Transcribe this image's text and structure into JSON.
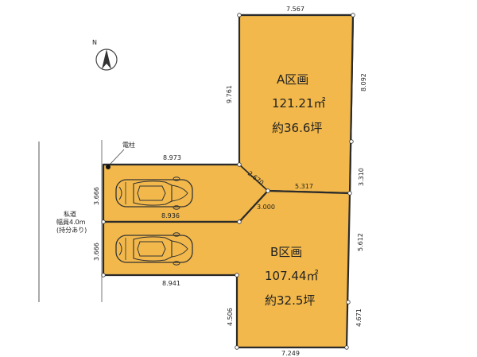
{
  "colors": {
    "lot_fill": "#f2b84b",
    "line": "#2b2b2b",
    "background": "#ffffff"
  },
  "compass": {
    "label": "N"
  },
  "lot_a": {
    "name": "A区画",
    "area_m2": "121.21㎡",
    "area_tsubo": "約36.6坪"
  },
  "lot_b": {
    "name": "B区画",
    "area_m2": "107.44㎡",
    "area_tsubo": "約32.5坪"
  },
  "road": {
    "line1": "私道",
    "line2": "幅員4.0m",
    "line3": "(持分あり)"
  },
  "utility_pole": {
    "label": "電柱"
  },
  "dims": {
    "a_top": "7.567",
    "a_left": "9.761",
    "a_right_upper": "8.092",
    "right_middle": "3.310",
    "driveway_a_top": "8.973",
    "diagonal": "2.670",
    "a_bottom": "5.317",
    "inner_step": "3.000",
    "driveway_divider": "8.936",
    "driveway_a_height": "3.666",
    "driveway_b_height": "3.666",
    "b_right_upper": "5.612",
    "driveway_b_bottom": "8.941",
    "b_left": "4.506",
    "b_right_lower": "4.671",
    "b_bottom": "7.249"
  },
  "icons": {
    "car": "car-topview-icon",
    "compass": "north-arrow-icon",
    "pole": "utility-pole-icon"
  }
}
